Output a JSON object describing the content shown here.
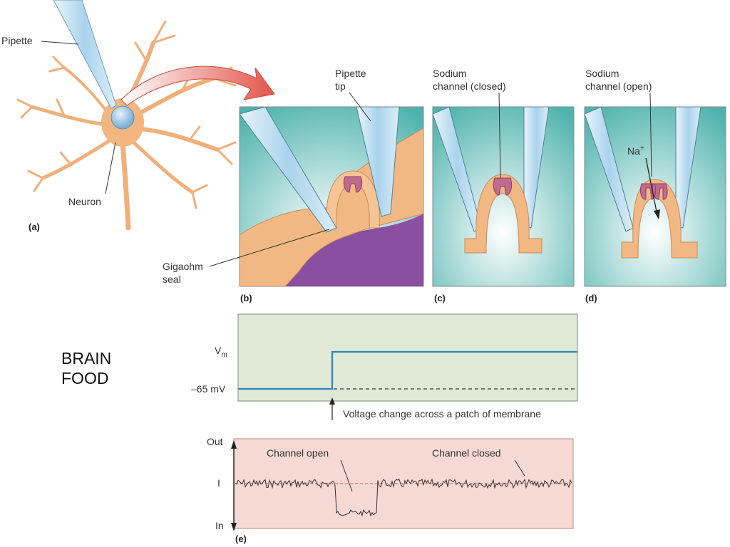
{
  "panel_a": {
    "label": "(a)",
    "pipette_label": "Pipette",
    "neuron_label": "Neuron"
  },
  "panel_b": {
    "label": "(b)",
    "pipette_tip_line1": "Pipette",
    "pipette_tip_line2": "tip",
    "seal_line1": "Gigaohm",
    "seal_line2": "seal"
  },
  "panel_c": {
    "label": "(c)",
    "title_line1": "Sodium",
    "title_line2": "channel (closed)"
  },
  "panel_d": {
    "label": "(d)",
    "title_line1": "Sodium",
    "title_line2": "channel (open)",
    "ion": "Na",
    "ion_charge": "+"
  },
  "voltage_plot": {
    "vm_label": "V",
    "vm_sub": "m",
    "rest_label": "–65 mV",
    "caption": "Voltage change across a patch of membrane"
  },
  "current_plot": {
    "label": "(e)",
    "out_label": "Out",
    "i_label": "I",
    "in_label": "In",
    "open_label": "Channel open",
    "closed_label": "Channel closed"
  },
  "side_text": {
    "line1": "BRAIN",
    "line2": "FOOD"
  },
  "colors": {
    "voltage_bg": "#dfe9d6",
    "current_bg": "#f6d9d2",
    "trace_blue": "#2a86c0",
    "membrane": "#f2b884",
    "channel": "#c06a8e",
    "pipette": "#bfdff0",
    "arrow_red": "#e2554a"
  }
}
